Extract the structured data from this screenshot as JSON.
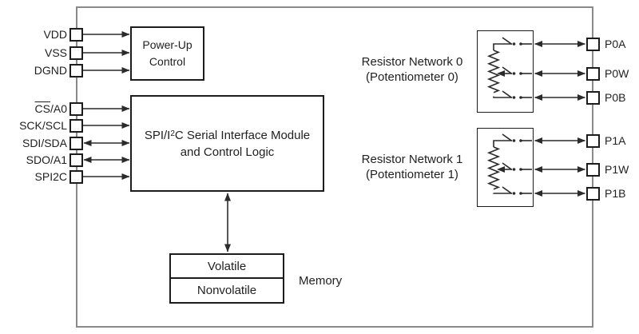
{
  "diagram": {
    "title_hint": "device block diagram",
    "colors": {
      "background": "#ffffff",
      "outer_border": "#8a8a8a",
      "block_border": "#1c1c1c",
      "wire": "#2b2b2b",
      "text": "#1f1f1f"
    },
    "left_pins": [
      {
        "label": "VDD"
      },
      {
        "label": "VSS"
      },
      {
        "label": "DGND"
      },
      {
        "overline_part": "CS",
        "rest_part": "/A0"
      },
      {
        "label": "SCK/SCL"
      },
      {
        "label": "SDI/SDA"
      },
      {
        "label": "SDO/A1"
      },
      {
        "label": "SPI2C"
      }
    ],
    "right_pins": [
      {
        "label": "P0A"
      },
      {
        "label": "P0W"
      },
      {
        "label": "P0B"
      },
      {
        "label": "P1A"
      },
      {
        "label": "P1W"
      },
      {
        "label": "P1B"
      }
    ],
    "blocks": {
      "power_up": {
        "line1": "Power-Up",
        "line2": "Control"
      },
      "serial_interface": {
        "line1_pre": "SPI/I",
        "line1_sup": "2",
        "line1_post": "C Serial Interface Module",
        "line2": "and Control Logic"
      },
      "memory": {
        "row1": "Volatile",
        "row2": "Nonvolatile",
        "side_label": "Memory"
      },
      "network0": {
        "line1": "Resistor Network 0",
        "line2": "(Potentiometer 0)"
      },
      "network1": {
        "line1": "Resistor Network 1",
        "line2": "(Potentiometer 1)"
      }
    }
  }
}
